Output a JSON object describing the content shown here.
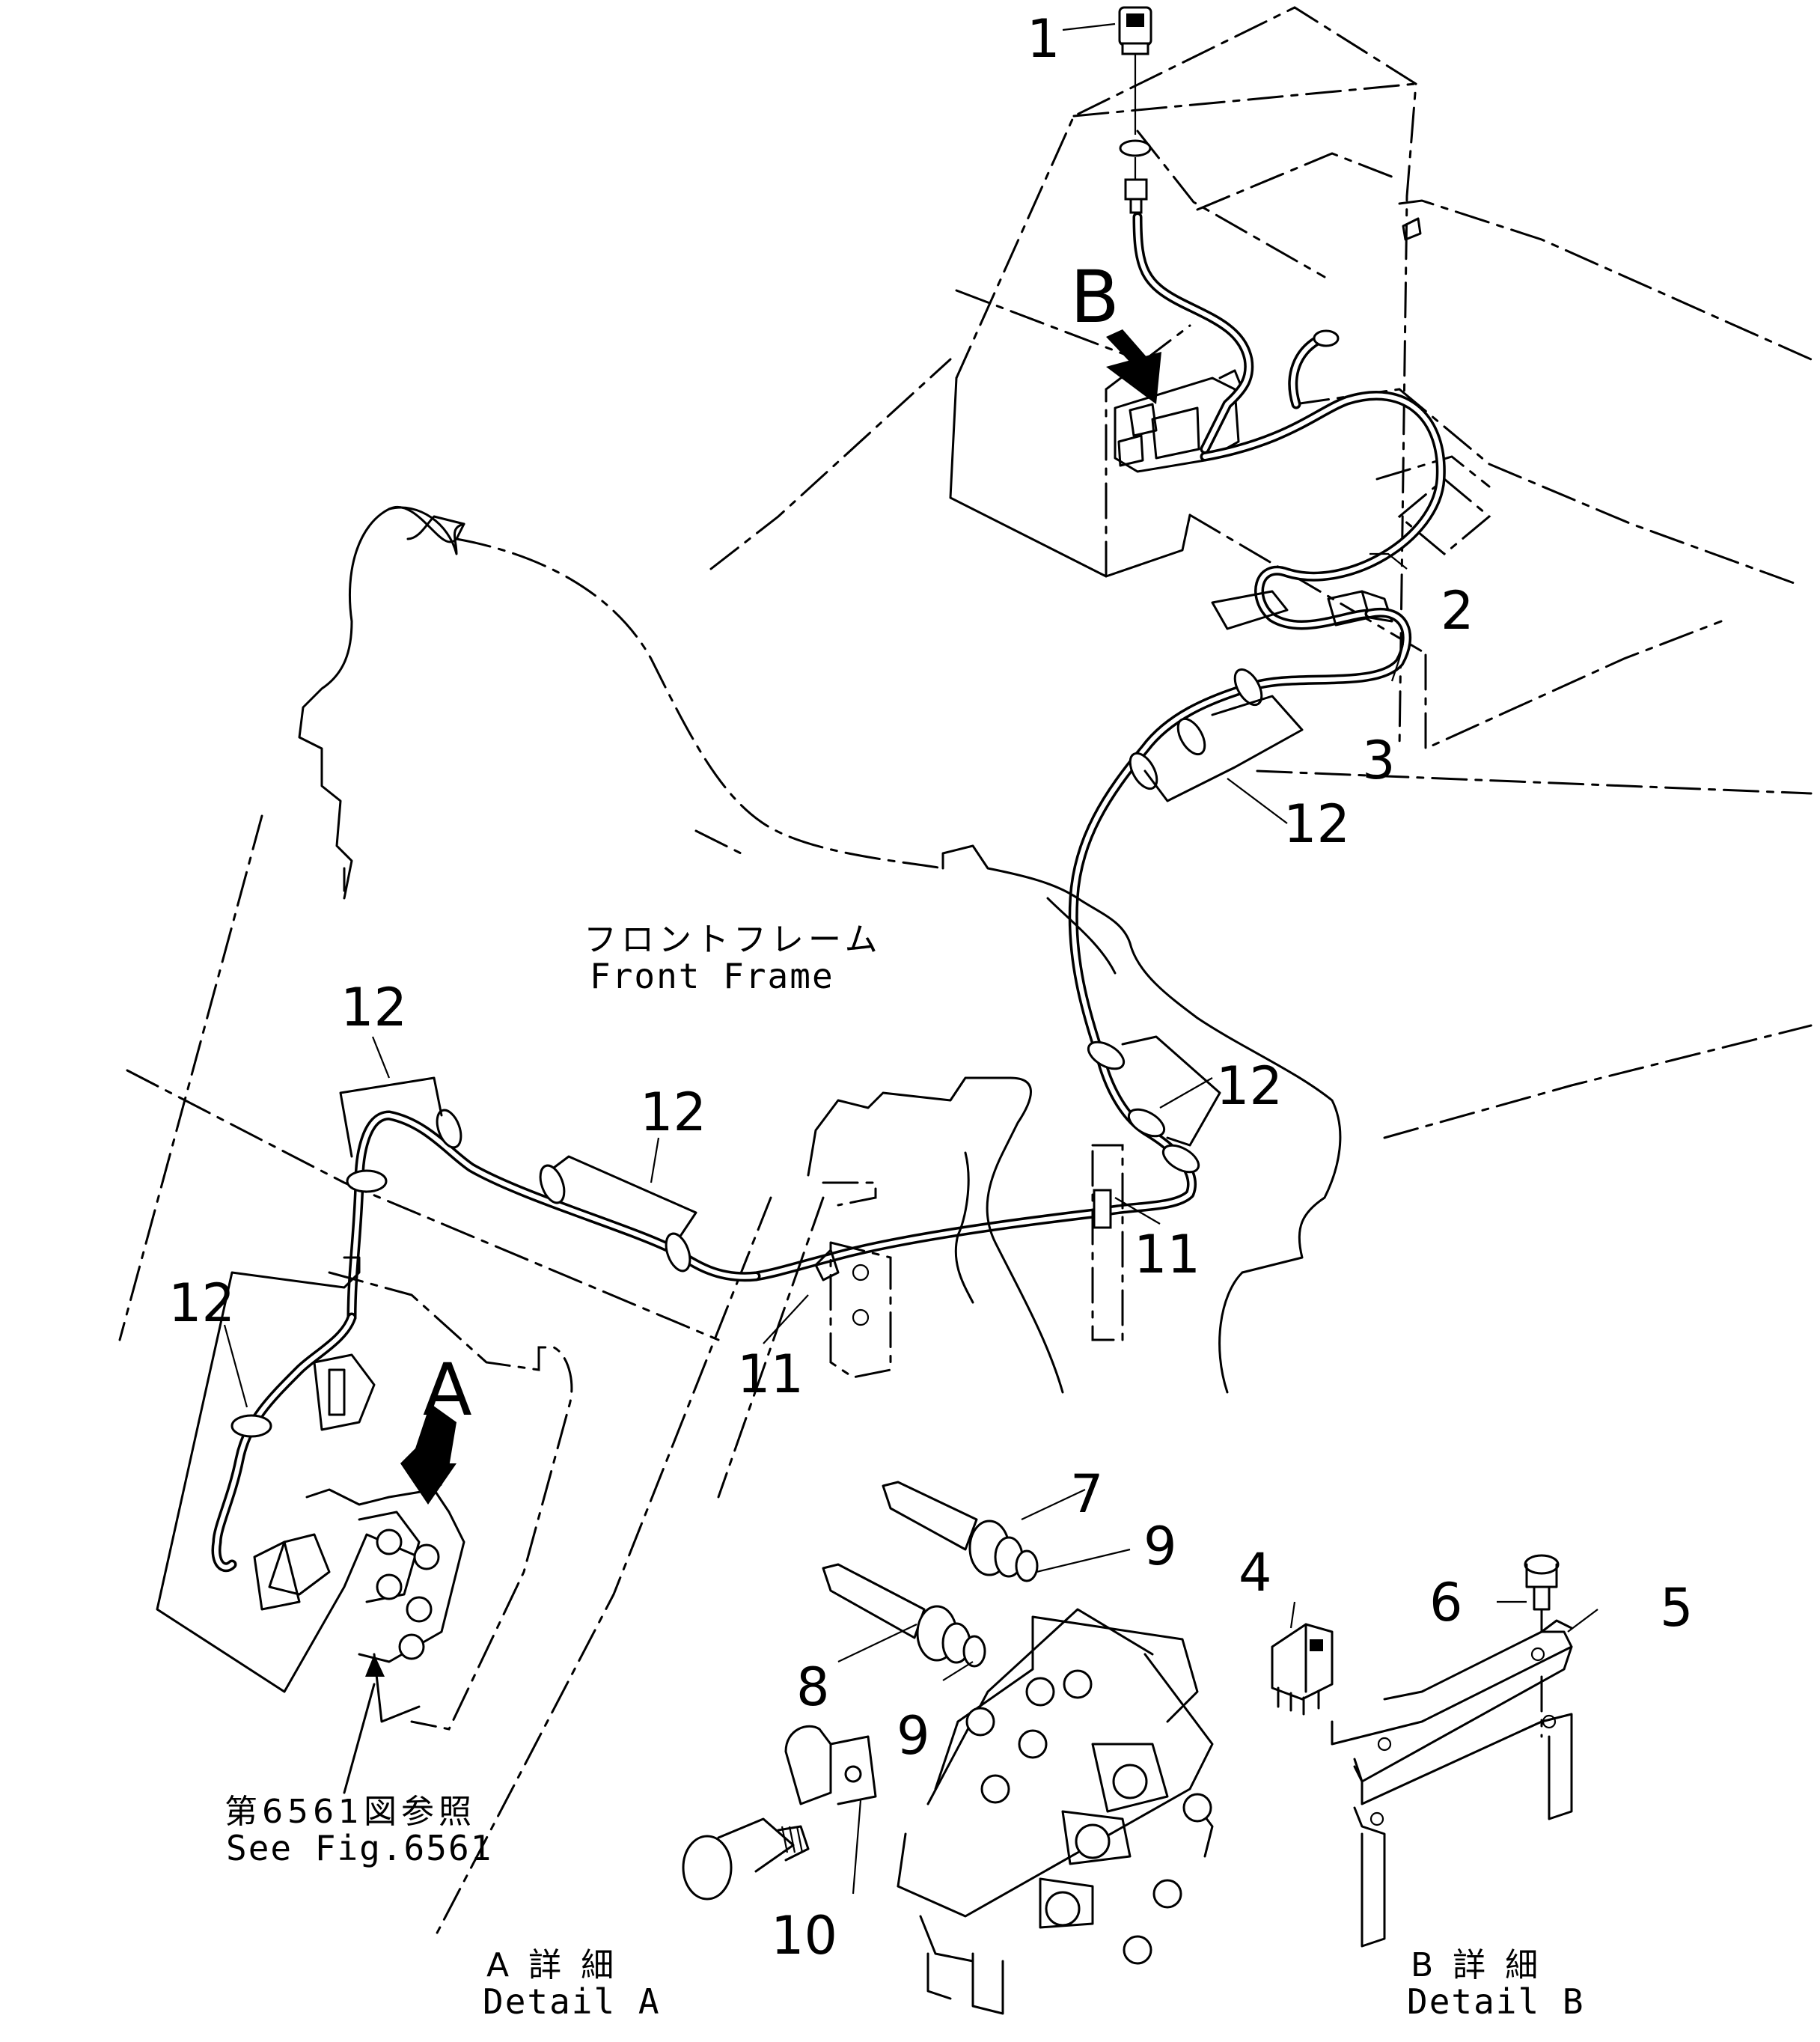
{
  "title_labels": {
    "front_frame_ja": "フロントフレーム",
    "front_frame_en": "Front Frame",
    "see_fig_ja": "第6561図参照",
    "see_fig_en": "See Fig.6561",
    "detail_a_ja": "A 詳 細",
    "detail_a_en": "Detail A",
    "detail_b_ja": "B 詳 細",
    "detail_b_en": "Detail B"
  },
  "view_markers": {
    "a": "A",
    "b": "B"
  },
  "part_callouts": [
    {
      "id": "p1",
      "label": "1"
    },
    {
      "id": "p2",
      "label": "2"
    },
    {
      "id": "p3",
      "label": "3"
    },
    {
      "id": "p4",
      "label": "4"
    },
    {
      "id": "p5",
      "label": "5"
    },
    {
      "id": "p6",
      "label": "6"
    },
    {
      "id": "p7",
      "label": "7"
    },
    {
      "id": "p8",
      "label": "8"
    },
    {
      "id": "p9a",
      "label": "9"
    },
    {
      "id": "p9b",
      "label": "9"
    },
    {
      "id": "p10",
      "label": "10"
    },
    {
      "id": "p11a",
      "label": "11"
    },
    {
      "id": "p11b",
      "label": "11"
    },
    {
      "id": "p12a",
      "label": "12"
    },
    {
      "id": "p12b",
      "label": "12"
    },
    {
      "id": "p12c",
      "label": "12"
    },
    {
      "id": "p12d",
      "label": "12"
    },
    {
      "id": "p12e",
      "label": "12"
    }
  ]
}
